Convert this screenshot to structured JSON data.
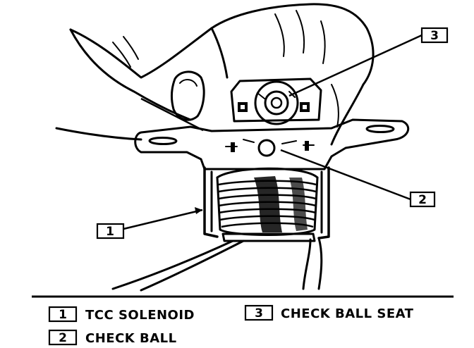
{
  "callouts": [
    {
      "number": "1"
    },
    {
      "number": "2"
    },
    {
      "number": "3"
    }
  ],
  "legend": [
    {
      "number": "1",
      "label": "TCC SOLENOID"
    },
    {
      "number": "2",
      "label": "CHECK BALL"
    },
    {
      "number": "3",
      "label": "CHECK BALL SEAT"
    }
  ]
}
